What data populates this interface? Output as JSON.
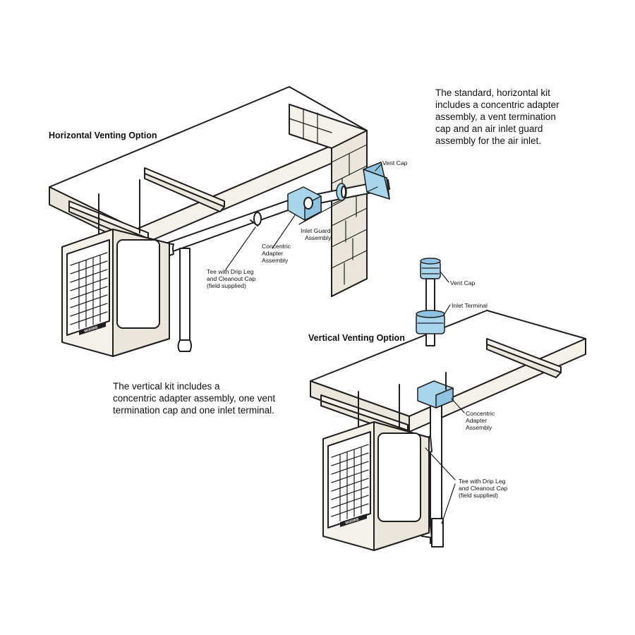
{
  "horizontal": {
    "heading": "Horizontal Venting Option",
    "description_lines": [
      "The standard, horizontal kit",
      "includes a concentric adapter",
      "assembly, a vent termination",
      "cap and an air inlet guard",
      "assembly for the air inlet."
    ],
    "labels": {
      "vent_cap": "Vent Cap",
      "inlet_guard": [
        "Inlet Guard",
        "Assembly"
      ],
      "concentric_adapter": [
        "Concentric",
        "Adapter",
        "Assembly"
      ],
      "tee": [
        "Tee with Drip Leg",
        "and Cleanout Cap",
        "(field supplied)"
      ]
    }
  },
  "vertical": {
    "heading": "Vertical Venting Option",
    "description_lines": [
      "The vertical kit includes a",
      "concentric adapter assembly, one vent",
      "termination cap and one inlet terminal."
    ],
    "labels": {
      "vent_cap": "Vent Cap",
      "inlet_terminal": "Inlet Terminal",
      "concentric_adapter": [
        "Concentric",
        "Adapter",
        "Assembly"
      ],
      "tee": [
        "Tee with Drip Leg",
        "and Cleanout Cap",
        "(field supplied)"
      ]
    }
  },
  "heater_brand": "MODINE",
  "colors": {
    "accent": "#a8d4ec",
    "ink": "#1f1f1f",
    "paper": "#f4f1ea"
  }
}
